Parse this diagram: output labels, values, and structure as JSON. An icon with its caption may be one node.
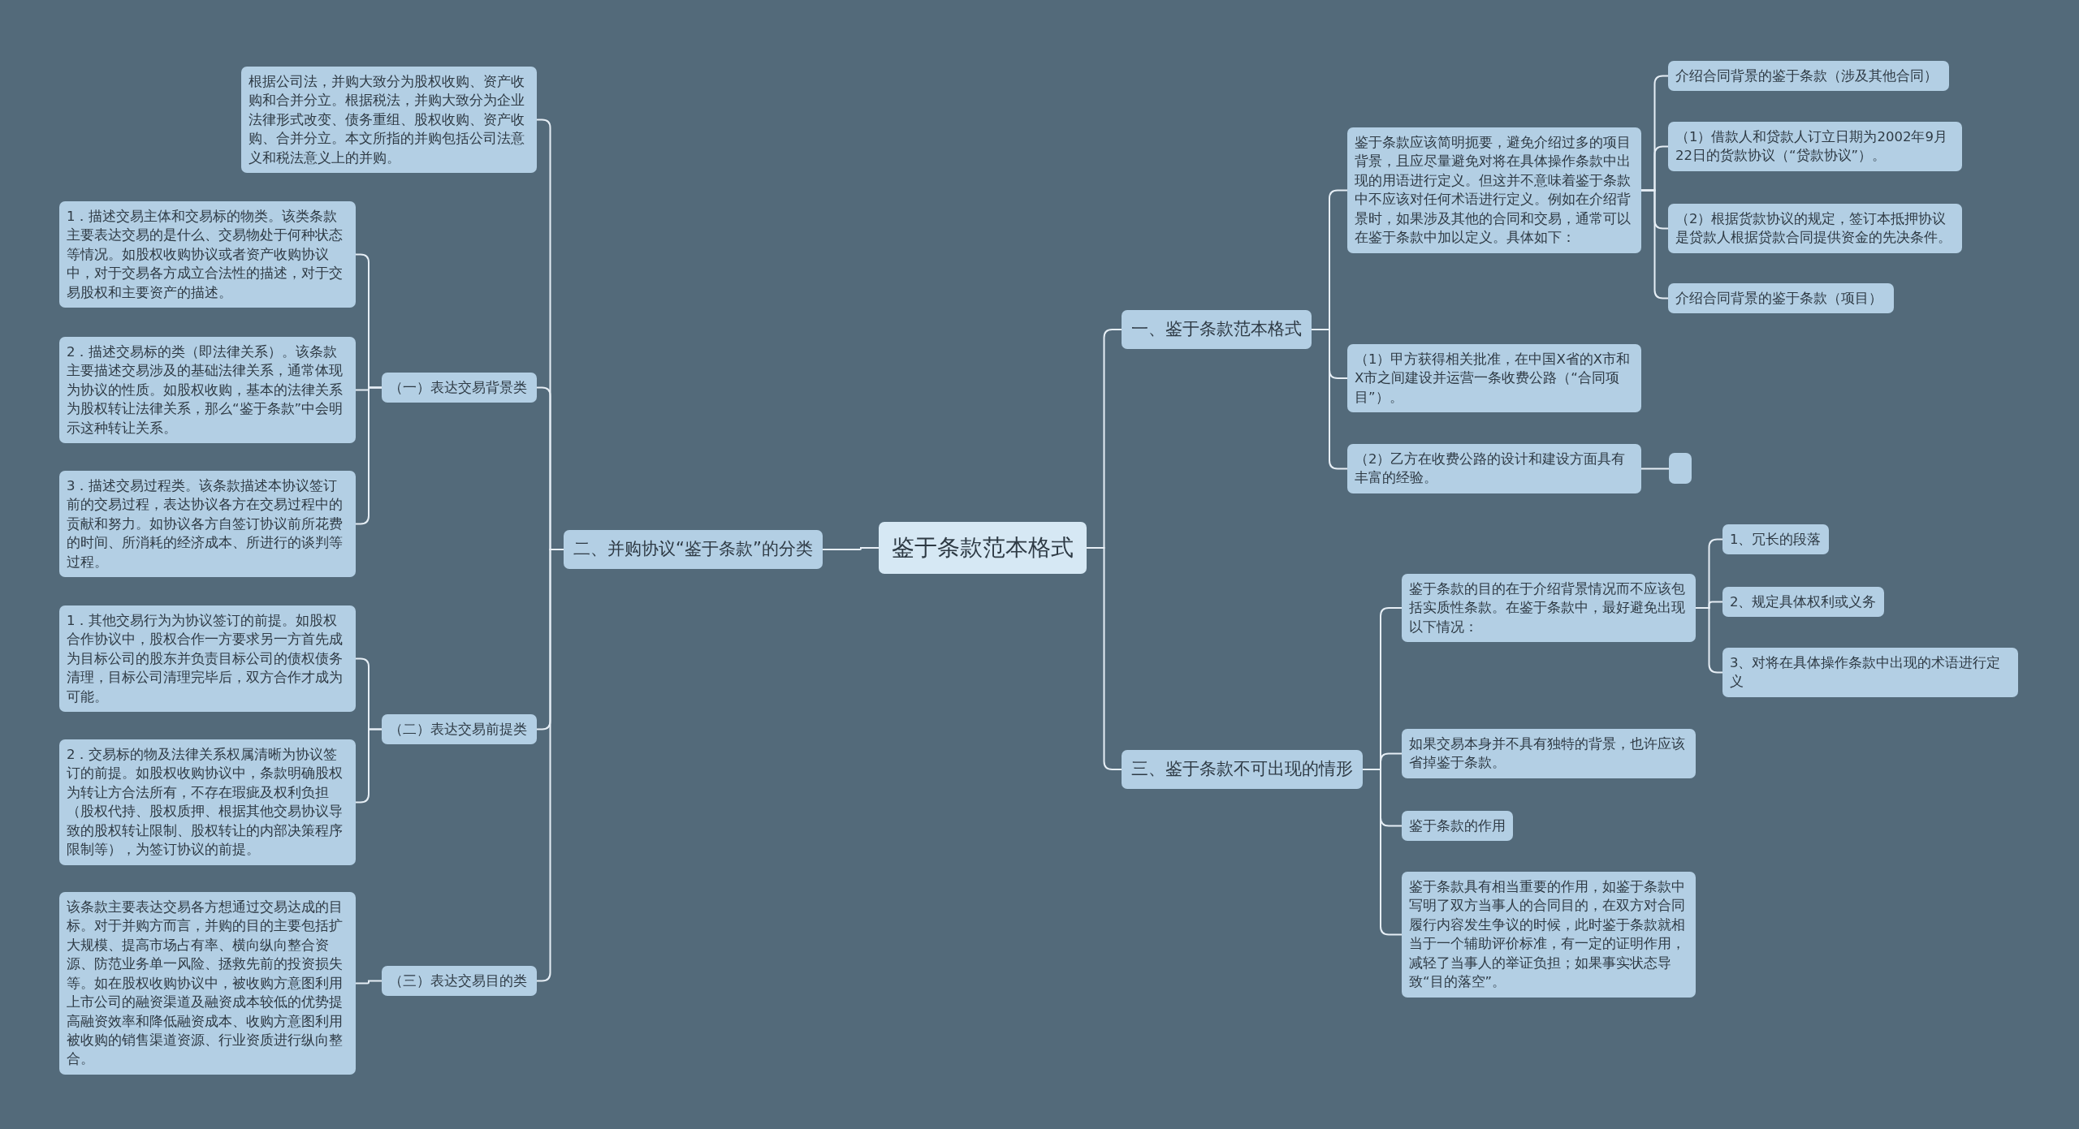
{
  "diagram": {
    "nodes": [
      {
        "text": [
          "鉴于条款范本格式"
        ]
      },
      {
        "text": [
          "一、鉴于条款范本格式"
        ]
      },
      {
        "text": [
          "鉴于条款应该简明扼要，避免介绍过多的项目背景，且应尽量避免对将在具体操作条款中出现的用语进行定义。但这并不意味着鉴于条款中不应该对任何术语进行定义。例如在介绍背景时，如果涉及其他的合同和交易，通常可以在鉴于条款中加以定义。具体如下："
        ]
      },
      {
        "text": [
          "介绍合同背景的鉴于条款（涉及其他合同）"
        ]
      },
      {
        "text": [
          "（1）借款人和贷款人订立日期为2002年9月22日的货款协议（“贷款协议”）。"
        ]
      },
      {
        "text": [
          "（2）根据货款协议的规定，签订本抵押协议是贷款人根据贷款合同提供资金的先决条件。"
        ]
      },
      {
        "text": [
          "介绍合同背景的鉴于条款（项目）"
        ]
      },
      {
        "text": [
          "（1）甲方获得相关批准，在中国X省的X市和X市之间建设并运营一条收费公路（“合同项目”）。"
        ]
      },
      {
        "text": [
          "（2）乙方在收费公路的设计和建设方面具有丰富的经验。"
        ]
      },
      {
        "text": [],
        "shape": "box"
      },
      {
        "text": [
          "三、鉴于条款不可出现的情形"
        ]
      },
      {
        "text": [
          "鉴于条款的目的在于介绍背景情况而不应该包括实质性条款。在鉴于条款中，最好避免出现以下情况："
        ]
      },
      {
        "text": [
          "1、冗长的段落"
        ]
      },
      {
        "text": [
          "2、规定具体权利或义务"
        ]
      },
      {
        "text": [
          "3、对将在具体操作条款中出现的术语进行定义"
        ]
      },
      {
        "text": [
          "如果交易本身并不具有独特的背景，也许应该省掉鉴于条款。"
        ]
      },
      {
        "text": [
          "鉴于条款的作用"
        ]
      },
      {
        "text": [
          "鉴于条款具有相当重要的作用，如鉴于条款中写明了双方当事人的合同目的，在双方对合同履行内容发生争议的时候，此时鉴于条款就相当于一个辅助评价标准，有一定的证明作用，减轻了当事人的举证负担；如果事实状态导致“目的落空”。"
        ]
      },
      {
        "text": [
          "二、并购协议“鉴于条款”的分类"
        ]
      },
      {
        "text": [
          "根据公司法，并购大致分为股权收购、资产收购和合并分立。根据税法，并购大致分为企业法律形式改变、债务重组、股权收购、资产收购、合并分立。本文所指的并购包括公司法意义和税法意义上的并购。"
        ]
      },
      {
        "text": [
          "（一）表达交易背景类"
        ]
      },
      {
        "text": [
          "1．描述交易主体和交易标的物类。该类条款主要表达交易的是什么、交易物处于何种状态等情况。如股权收购协议或者资产收购协议中，对于交易各方成立合法性的描述，对于交易股权和主要资产的描述。"
        ]
      },
      {
        "text": [
          "2．描述交易标的类（即法律关系）。该条款主要描述交易涉及的基础法律关系，通常体现为协议的性质。如股权收购，基本的法律关系为股权转让法律关系，那么“鉴于条款”中会明示这种转让关系。"
        ]
      },
      {
        "text": [
          "3．描述交易过程类。该条款描述本协议签订前的交易过程，表达协议各方在交易过程中的贡献和努力。如协议各方自签订协议前所花费的时间、所消耗的经济成本、所进行的谈判等过程。"
        ]
      },
      {
        "text": [
          "（二）表达交易前提类"
        ]
      },
      {
        "text": [
          "1．其他交易行为为协议签订的前提。如股权合作协议中，股权合作一方要求另一方首先成为目标公司的股东并负责目标公司的债权债务清理，目标公司清理完毕后，双方合作才成为可能。"
        ]
      },
      {
        "text": [
          "2．交易标的物及法律关系权属清晰为协议签订的前提。如股权收购协议中，条款明确股权为转让方合法所有，不存在瑕疵及权利负担（股权代持、股权质押、根据其他交易协议导致的股权转让限制、股权转让的内部决策程序限制等），为签订协议的前提。"
        ]
      },
      {
        "text": [
          "（三）表达交易目的类"
        ]
      },
      {
        "text": [
          "该条款主要表达交易各方想通过交易达成的目标。对于并购方而言，并购的目的主要包括扩大规模、提高市场占有率、横向纵向整合资源、防范业务单一风险、拯救先前的投资损失等。如在股权收购协议中，被收购方意图利用上市公司的融资渠道及融资成本较低的优势提高融资效率和降低融资成本、收购方意图利用被收购的销售渠道资源、行业资质进行纵向整合。"
        ]
      }
    ],
    "edges": [
      {
        "from": 0,
        "to": 1,
        "arrow": "none"
      },
      {
        "from": 0,
        "to": 10,
        "arrow": "none"
      },
      {
        "from": 0,
        "to": 18,
        "arrow": "none"
      },
      {
        "from": 1,
        "to": 2,
        "arrow": "none"
      },
      {
        "from": 1,
        "to": 7,
        "arrow": "none"
      },
      {
        "from": 1,
        "to": 8,
        "arrow": "none"
      },
      {
        "from": 2,
        "to": 3,
        "arrow": "none"
      },
      {
        "from": 2,
        "to": 4,
        "arrow": "none"
      },
      {
        "from": 2,
        "to": 5,
        "arrow": "none"
      },
      {
        "from": 2,
        "to": 6,
        "arrow": "none"
      },
      {
        "from": 8,
        "to": 9,
        "arrow": "none"
      },
      {
        "from": 10,
        "to": 11,
        "arrow": "none"
      },
      {
        "from": 10,
        "to": 15,
        "arrow": "none"
      },
      {
        "from": 10,
        "to": 16,
        "arrow": "none"
      },
      {
        "from": 10,
        "to": 17,
        "arrow": "none"
      },
      {
        "from": 11,
        "to": 12,
        "arrow": "none"
      },
      {
        "from": 11,
        "to": 13,
        "arrow": "none"
      },
      {
        "from": 11,
        "to": 14,
        "arrow": "none"
      },
      {
        "from": 18,
        "to": 19,
        "arrow": "none"
      },
      {
        "from": 18,
        "to": 20,
        "arrow": "none"
      },
      {
        "from": 18,
        "to": 24,
        "arrow": "none"
      },
      {
        "from": 18,
        "to": 27,
        "arrow": "none"
      },
      {
        "from": 20,
        "to": 21,
        "arrow": "none"
      },
      {
        "from": 20,
        "to": 22,
        "arrow": "none"
      },
      {
        "from": 20,
        "to": 23,
        "arrow": "none"
      },
      {
        "from": 24,
        "to": 25,
        "arrow": "none"
      },
      {
        "from": 24,
        "to": 26,
        "arrow": "none"
      },
      {
        "from": 27,
        "to": 28,
        "arrow": "none"
      }
    ]
  }
}
